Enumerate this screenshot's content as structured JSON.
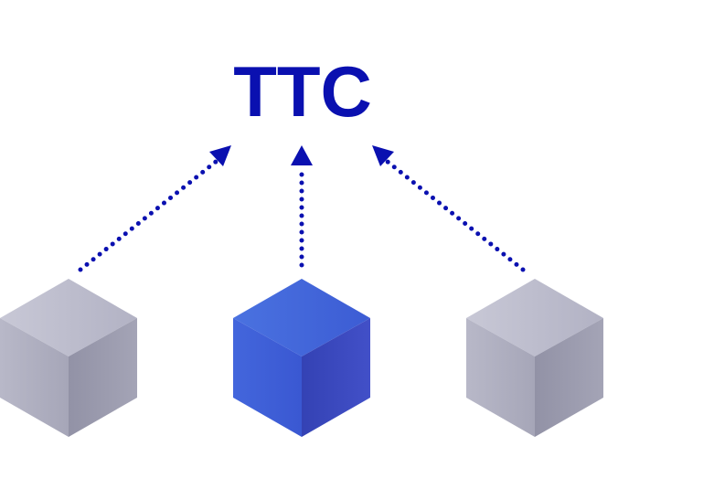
{
  "title": "TTC",
  "colors": {
    "accent": "#0a10b0",
    "active_cube": "#3f5fd8",
    "inactive_cube": "#b4b4c6"
  },
  "nodes": [
    {
      "name": "left-node",
      "active": false
    },
    {
      "name": "center-node",
      "active": true
    },
    {
      "name": "right-node",
      "active": false
    }
  ]
}
